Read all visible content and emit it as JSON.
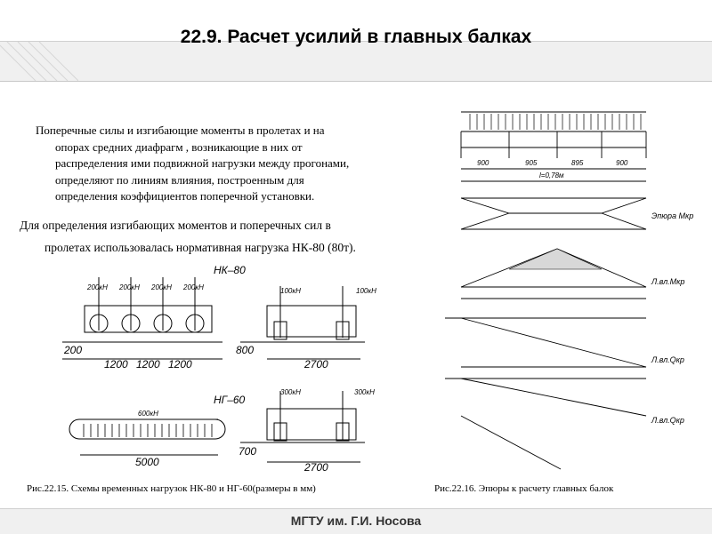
{
  "slide": {
    "title": "22.9. Расчет усилий в главных балках",
    "paragraph1": [
      "Поперечные силы и изгибающие моменты в пролетах и на",
      "опорах средних диафрагм , возникающие в них от",
      "распределения ими подвижной нагрузки между прогонами,",
      "определяют по линиям влияния, построенным для",
      "определения коэффициентов поперечной установки."
    ],
    "paragraph2": [
      "Для определения изгибающих моментов и поперечных сил в",
      "пролетах использовалась нормативная нагрузка НК-80 (80т)."
    ],
    "caption_left": "Рис.22.15. Схемы временных нагрузок НК-80 и НГ-60(размеры в мм)",
    "caption_right": "Рис.22.16. Эпюры к расчету главных балок",
    "footer": "МГТУ им. Г.И. Носова"
  },
  "figure_left": {
    "nk80_label": "НК–80",
    "ng60_label": "НГ–60",
    "wheel_loads": [
      "200кН",
      "200кН",
      "200кН",
      "200кН"
    ],
    "axle_loads_nk": [
      "100кН",
      "100кН"
    ],
    "axle_loads_ng": [
      "300кН",
      "300кН"
    ],
    "track_load": "600кН",
    "dims_nk80": [
      "200",
      "1200",
      "1200",
      "1200"
    ],
    "dims_nk80_side": [
      "800",
      "2700"
    ],
    "dims_ng60": [
      "5000"
    ],
    "dims_ng60_side": [
      "700",
      "2700"
    ]
  },
  "figure_right": {
    "spans": [
      "900",
      "905",
      "895",
      "900"
    ],
    "total_span": "l=0,78м",
    "label_dh": "Эпюра Мкр",
    "label_m": "Л.вл.Мкр",
    "label_q1": "Л.вл.Qкр",
    "label_q2": "Л.вл.Qкр"
  }
}
